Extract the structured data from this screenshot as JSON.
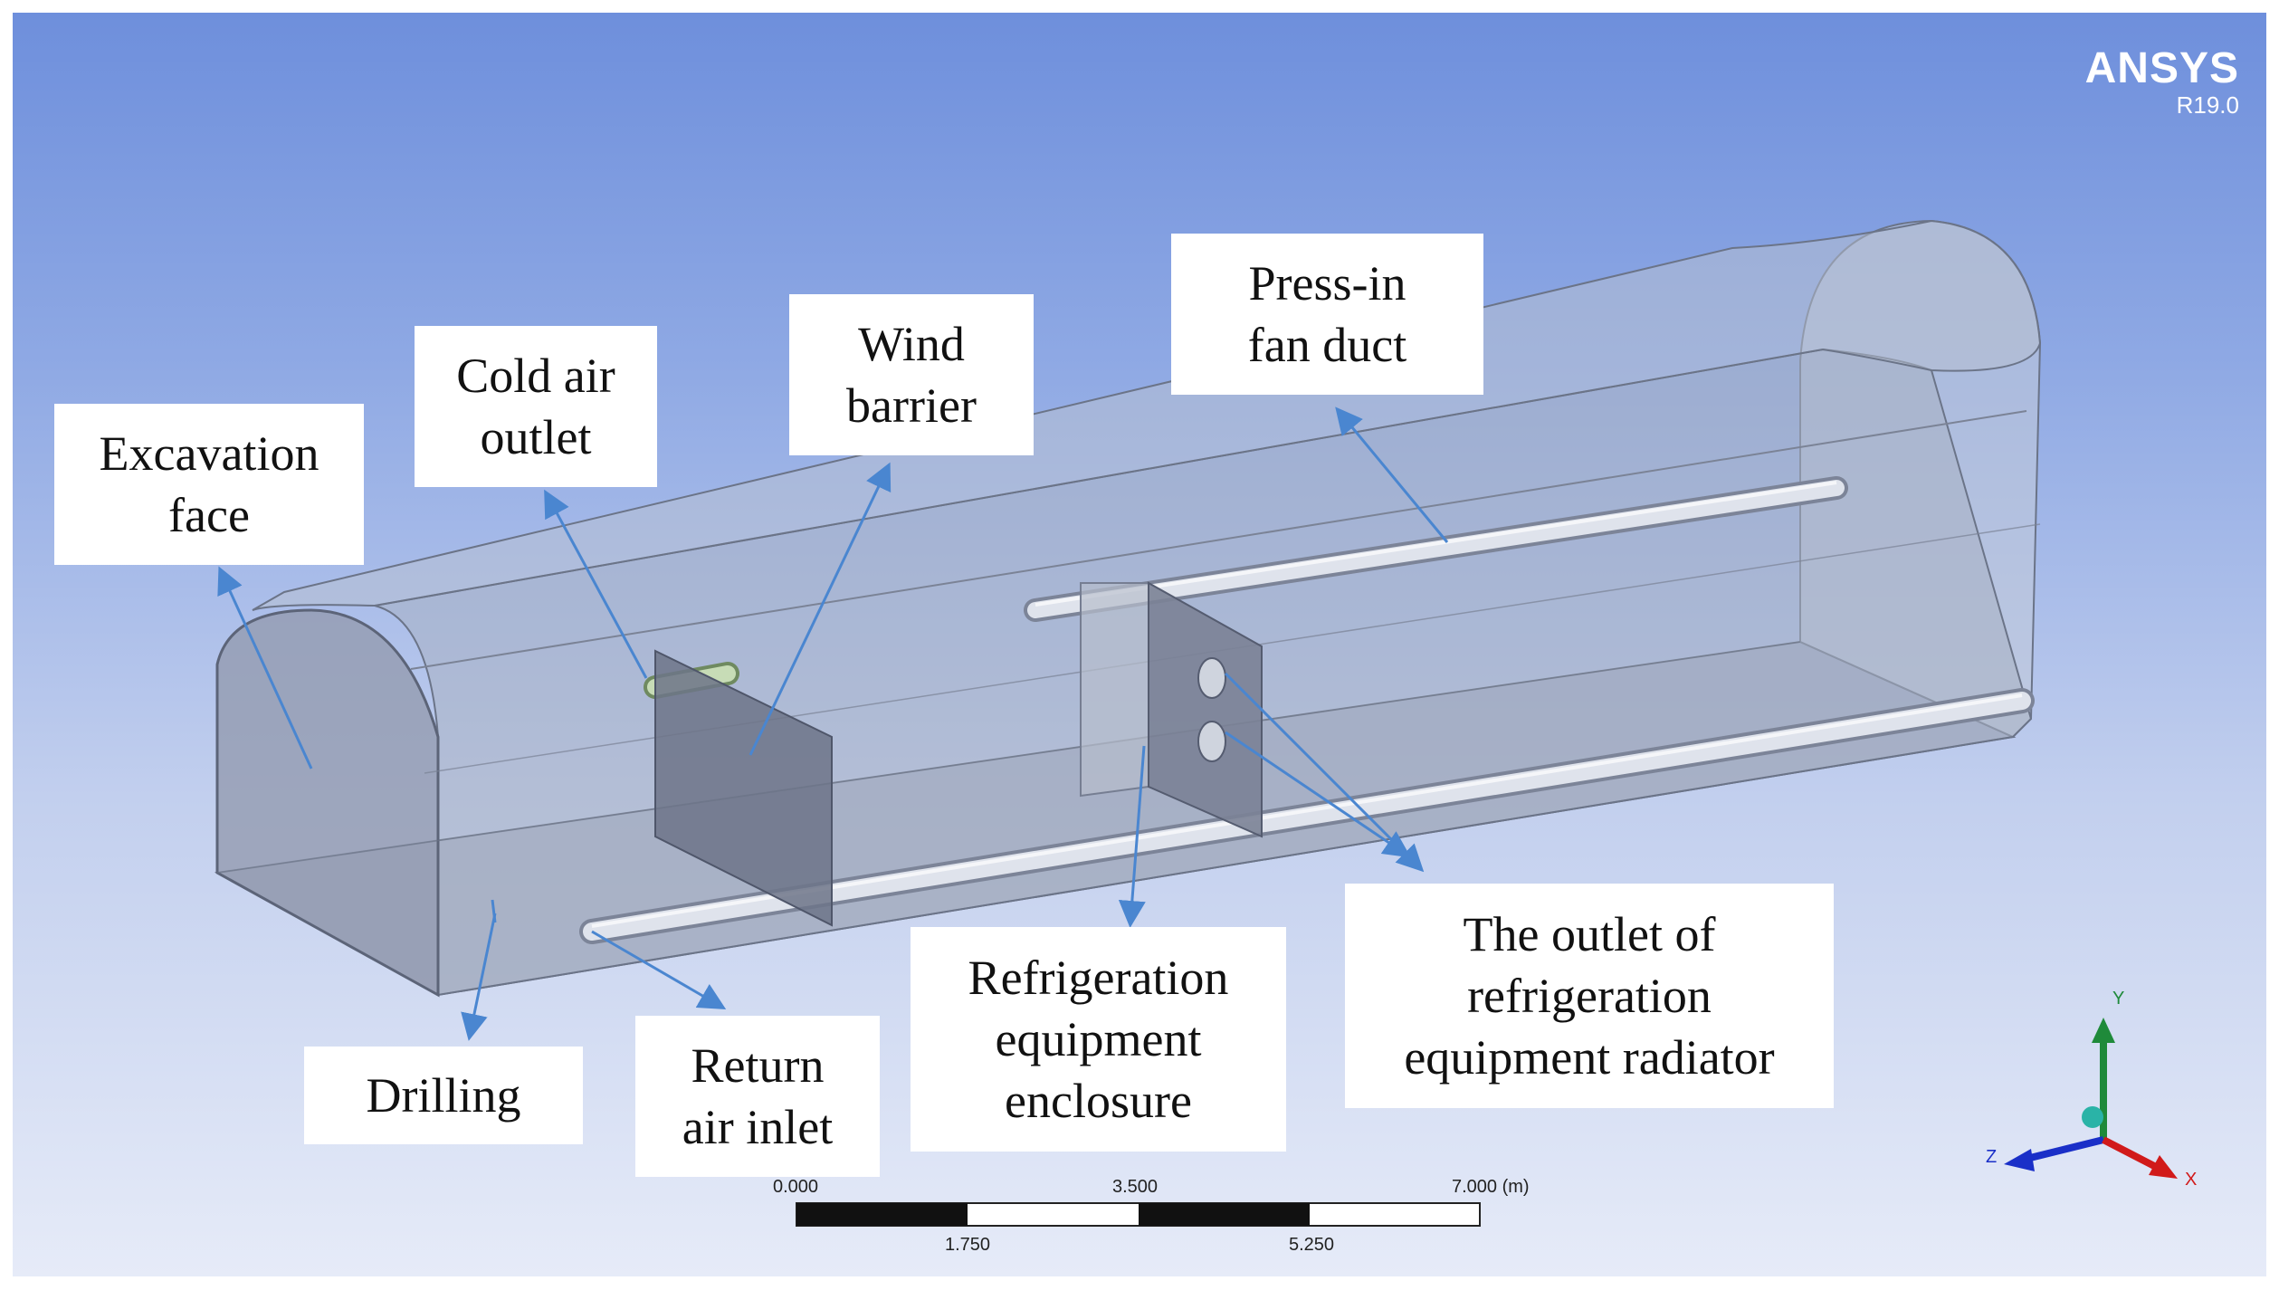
{
  "brand": {
    "name": "ANSYS",
    "version": "R19.0"
  },
  "labels": {
    "excavation_face": [
      "Excavation",
      "face"
    ],
    "cold_air_outlet": [
      "Cold air",
      "outlet"
    ],
    "wind_barrier": [
      "Wind",
      "barrier"
    ],
    "press_in_fan_duct": [
      "Press-in",
      "fan duct"
    ],
    "drilling": [
      "Drilling"
    ],
    "return_air_inlet": [
      "Return",
      "air inlet"
    ],
    "refrigeration_enclosure": [
      "Refrigeration",
      "equipment",
      "enclosure"
    ],
    "radiator_outlet": [
      "The outlet of",
      "refrigeration",
      "equipment radiator"
    ]
  },
  "scale_bar": {
    "top_labels": [
      "0.000",
      "3.500",
      "7.000 (m)"
    ],
    "bottom_labels": [
      "1.750",
      "5.250"
    ]
  },
  "axes": {
    "x": "X",
    "y": "Y",
    "z": "Z"
  },
  "colors": {
    "arrow": "#4a86d0",
    "axis_x": "#d11a1a",
    "axis_y": "#1f8a3a",
    "axis_z": "#1a2fc8"
  }
}
